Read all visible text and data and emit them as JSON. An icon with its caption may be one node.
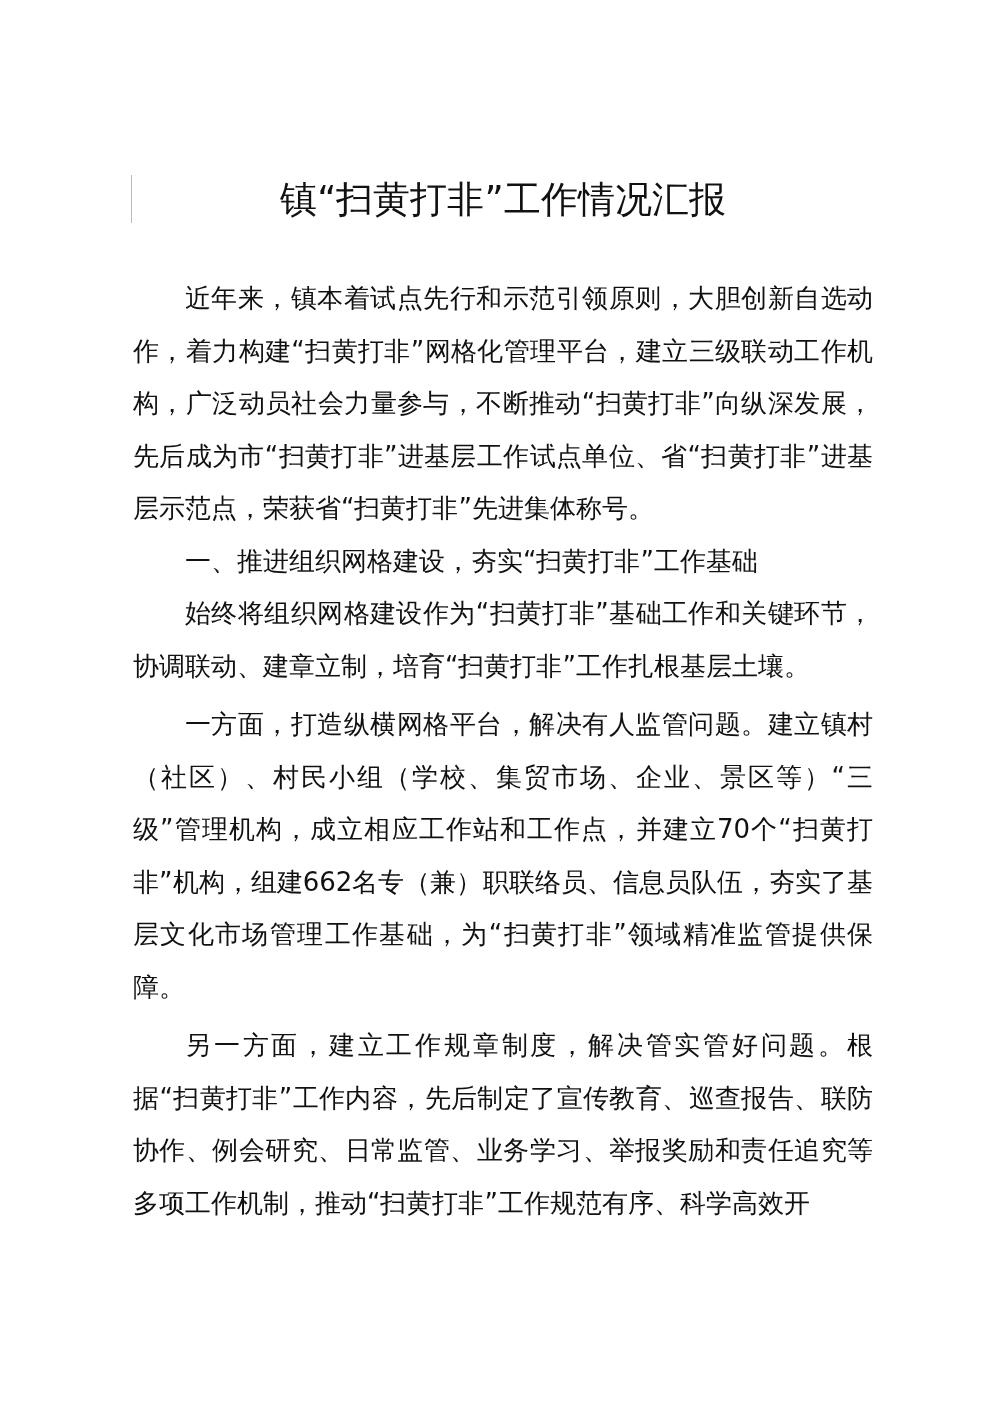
{
  "diagram": {
    "title": "镇“扫黄打非”工作情况汇报",
    "labels": [
      "近年来，镇本着试点先行和示范引领原则，大胆创新自选动作，着力构建“扫黄打非”网格化管理平台，建立三级联动工作机构，广泛动员社会力量参与，不断推动“扫黄打非”向纵深发展，先后成为市“扫黄打非”进基层工作试点单位、省“扫黄打非”进基层示范点，荣获省“扫黄打非”先进集体称号。",
      "一、推进组织网格建设，夯实“扫黄打非”工作基础",
      "始终将组织网格建设作为“扫黄打非”基础工作和关键环节，协调联动、建章立制，培育“扫黄打非”工作扎根基层土壤。",
      "一方面，打造纵横网格平台，解决有人监管问题。建立镇村（社区）、村民小组（学校、集贸市场、企业、景区等）“三级”管理机构，成立相应工作站和工作点，并建立70个“扫黄打非”机构，组建662名专（兼）职联络员、信息员队伍，夯实了基层文化市场管理工作基础，为“扫黄打非”领域精准监管提供保障。",
      "另一方面，建立工作规章制度，解决管实管好问题。根据“扫黄打非”工作内容，先后制定了宣传教育、巡查报告、联防协作、例会研究、日常监管、业务学习、举报奖励和责任追究等多项工作机制，推动“扫黄打非”工作规范有序、科学高效开"
    ]
  }
}
